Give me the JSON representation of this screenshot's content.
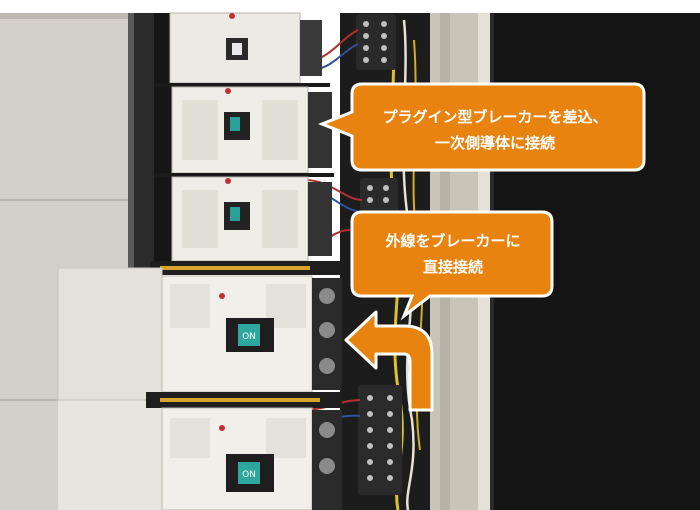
{
  "callouts": [
    {
      "lines": [
        "プラグイン型ブレーカーを差込、",
        "一次側導体に接続"
      ]
    },
    {
      "lines": [
        "外線をブレーカーに",
        "直接接続"
      ]
    }
  ],
  "colors": {
    "callout_fill": "#e9830f",
    "callout_text": "#ffffff",
    "arrow_fill": "#e9830f"
  },
  "breaker_labels": {
    "top": "ON",
    "bottom": "ON"
  }
}
